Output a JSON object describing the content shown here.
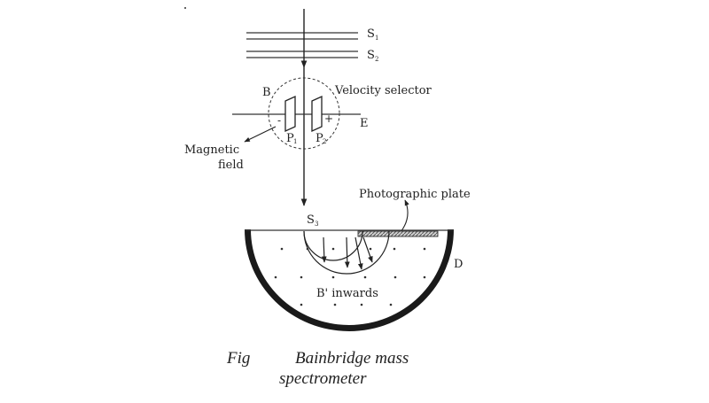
{
  "diagram": {
    "slits": {
      "s1": {
        "letter": "S",
        "sub": "1"
      },
      "s2": {
        "letter": "S",
        "sub": "2"
      },
      "s3": {
        "letter": "S",
        "sub": "3"
      }
    },
    "labels": {
      "b": "B",
      "velocity_selector": "Velocity selector",
      "e": "E",
      "minus": "-",
      "plus": "+",
      "magnetic_field_line1": "Magnetic",
      "magnetic_field_line2": "field",
      "photographic_plate": "Photographic plate",
      "d": "D",
      "b_inwards": "B' inwards"
    },
    "plates": {
      "p1": {
        "letter": "P",
        "sub": "1"
      },
      "p2": {
        "letter": "P",
        "sub": "2"
      }
    },
    "caption": {
      "fig": "Fig",
      "title_line1": "Bainbridge mass",
      "title_line2": "spectrometer"
    },
    "colors": {
      "ink": "#222222",
      "chamber_wall": "#1a1a1a",
      "plate_fill": "#9a9a9a"
    }
  }
}
